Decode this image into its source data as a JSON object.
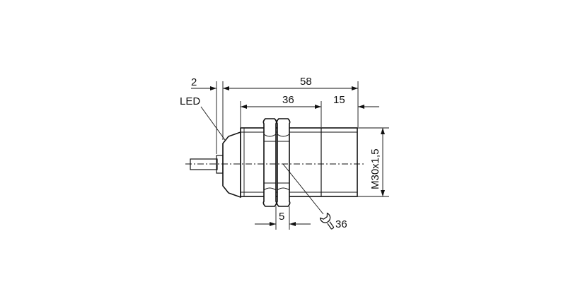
{
  "diagram": {
    "labels": {
      "dim_2": "2",
      "dim_58": "58",
      "dim_36": "36",
      "dim_15": "15",
      "dim_5": "5",
      "dim_m30": "M30x1,5",
      "led": "LED",
      "wrench_size": "36"
    },
    "icons": {
      "wrench": "wrench-icon"
    },
    "colors": {
      "line": "#111111",
      "background": "#ffffff"
    }
  }
}
